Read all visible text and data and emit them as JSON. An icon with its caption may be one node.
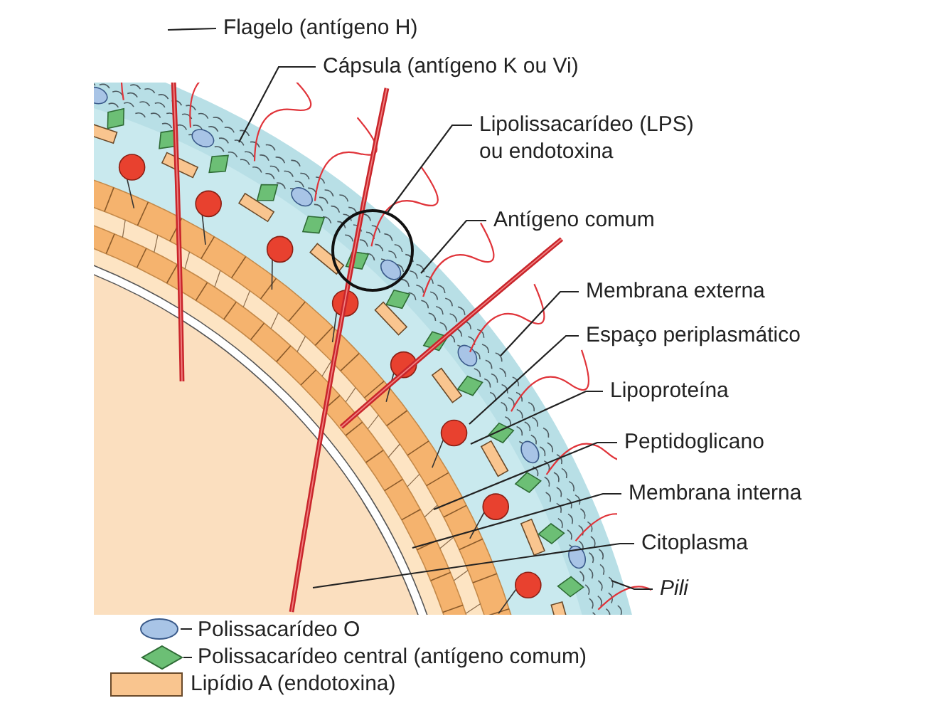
{
  "diagram": {
    "nodes": [
      {
        "text": [
          "Flagelo (antígeno H)"
        ]
      },
      {
        "text": [
          "Cápsula (antígeno K ou Vi)"
        ]
      },
      {
        "text": [
          "Lipolissacarídeo (LPS) ou endotoxina"
        ]
      },
      {
        "text": [
          "Antígeno comum"
        ]
      },
      {
        "text": [
          "Membrana externa"
        ]
      },
      {
        "text": [
          "Espaço periplasmático"
        ]
      },
      {
        "text": [
          "Lipoproteína"
        ]
      },
      {
        "text": [
          "Peptidoglicano"
        ]
      },
      {
        "text": [
          "Membrana interna"
        ]
      },
      {
        "text": [
          "Citoplasma"
        ]
      },
      {
        "text": [
          "Pili"
        ]
      }
    ],
    "edges": [
      {
        "from": 0,
        "to": null,
        "arrow": "none"
      },
      {
        "from": 1,
        "to": null,
        "arrow": "none"
      },
      {
        "from": 2,
        "to": null,
        "arrow": "none"
      },
      {
        "from": 3,
        "to": null,
        "arrow": "none"
      },
      {
        "from": 4,
        "to": null,
        "arrow": "none"
      },
      {
        "from": 5,
        "to": null,
        "arrow": "none"
      },
      {
        "from": 6,
        "to": null,
        "arrow": "none"
      },
      {
        "from": 7,
        "to": null,
        "arrow": "none"
      },
      {
        "from": 8,
        "to": null,
        "arrow": "none"
      },
      {
        "from": 9,
        "to": null,
        "arrow": "none"
      },
      {
        "from": 10,
        "to": null,
        "arrow": "none"
      }
    ],
    "legend": [
      {
        "text": "Polissacarídeo O"
      },
      {
        "text": "Polissacarídeo central (antígeno comum)"
      },
      {
        "text": "Lipídio A (endotoxina)"
      }
    ]
  }
}
